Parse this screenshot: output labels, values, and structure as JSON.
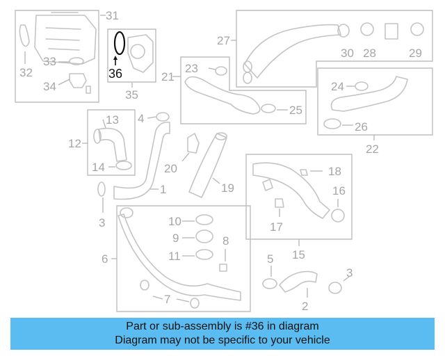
{
  "callouts": {
    "n1": "1",
    "n2": "2",
    "n3a": "3",
    "n3b": "3",
    "n4": "4",
    "n5": "5",
    "n6": "6",
    "n7": "7",
    "n8": "8",
    "n9": "9",
    "n10": "10",
    "n11": "11",
    "n12": "12",
    "n13": "13",
    "n14": "14",
    "n15": "15",
    "n16": "16",
    "n17": "17",
    "n18": "18",
    "n19": "19",
    "n20": "20",
    "n21": "21",
    "n22": "22",
    "n23": "23",
    "n24": "24",
    "n25": "25",
    "n26": "26",
    "n27": "27",
    "n28": "28",
    "n29": "29",
    "n30": "30",
    "n31": "31",
    "n32": "32",
    "n33": "33",
    "n34": "34",
    "n35": "35",
    "n36": "36"
  },
  "highlight": {
    "part": "36",
    "color": "#111111"
  },
  "caption": {
    "line1": "Part or sub-assembly is #36 in diagram",
    "line2": "Diagram may not be specific to your vehicle",
    "background": "#5bbcf1"
  }
}
